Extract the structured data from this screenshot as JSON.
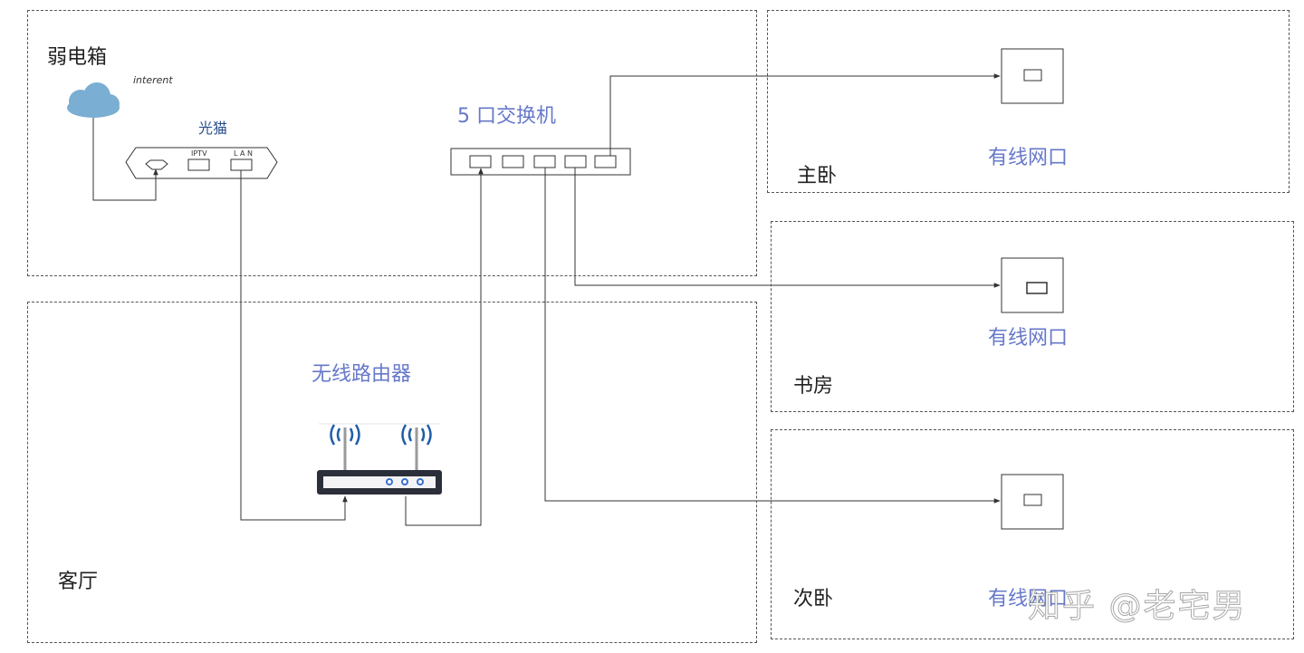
{
  "zones": {
    "weak_box": "弱电箱",
    "living_room": "客厅",
    "master_bedroom": "主卧",
    "study": "书房",
    "second_bedroom": "次卧"
  },
  "devices": {
    "cloud_label": "interent",
    "modem_label": "光猫",
    "modem_port_iptv": "IPTV",
    "modem_port_lan": "L A N",
    "switch_label": "5 口交换机",
    "router_label": "无线路由器",
    "wall_port_label": "有线网口"
  },
  "icons": {
    "cloud": "cloud-icon",
    "wifi": "wifi-signal-icon",
    "router": "router-icon"
  },
  "colors": {
    "accent": "#6678c9",
    "cloud": "#7aaed3",
    "router_body": "#2b2f3a",
    "router_led": "#3a6fd0",
    "line": "#333333"
  },
  "watermark": "知乎 @老宅男"
}
